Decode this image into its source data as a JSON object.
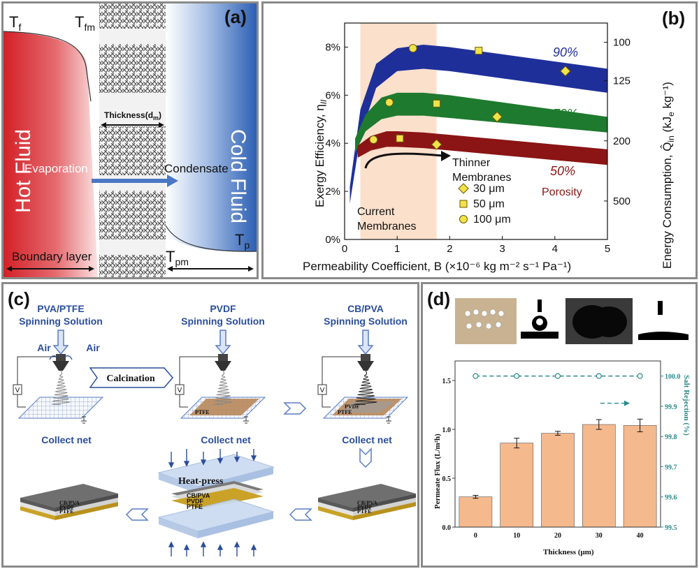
{
  "panel_a": {
    "label": "(a)",
    "tf": "T",
    "tf_sub": "f",
    "tfm": "T",
    "tfm_sub": "fm",
    "tp": "T",
    "tp_sub": "p",
    "tpm": "T",
    "tpm_sub": "pm",
    "hot_fluid": "Hot Fluid",
    "cold_fluid": "Cold Fluid",
    "thickness": "Thickness(d",
    "thickness_sub": "m",
    "thickness_end": ")",
    "evaporation": "Evaporation",
    "condensate": "Condensate",
    "boundary_layer": "Boundary layer",
    "colors": {
      "hot": "#d32027",
      "cold": "#2c5fb4",
      "arrow": "#4a78c4"
    }
  },
  "panel_b": {
    "label": "(b)",
    "current_membranes": [
      "Current",
      "Membranes"
    ],
    "thinner_membranes": [
      "Thinner",
      "Membranes"
    ],
    "porosity_label": "Porosity",
    "legend": [
      {
        "marker": "diamond",
        "text": "30 μm"
      },
      {
        "marker": "square",
        "text": "50 μm"
      },
      {
        "marker": "circle",
        "text": "100 μm"
      }
    ],
    "chart_data": {
      "type": "area",
      "xlabel": "Permeability Coefficient, B (×10⁻⁶ kg m⁻² s⁻¹ Pa⁻¹)",
      "ylabel_left": "Exergy Efficiency, η",
      "ylabel_left_sub": "II",
      "ylabel_right": "Energy Consumption, Q̂",
      "ylabel_right_sub": "in",
      "ylabel_right_units": "(kJ",
      "ylabel_right_units_sub": "e",
      "ylabel_right_units_end": "kg⁻¹)",
      "xlim": [
        0,
        5
      ],
      "ylim": [
        0,
        9
      ],
      "x_ticks": [
        "0",
        "1",
        "2",
        "3",
        "4",
        "5"
      ],
      "y_ticks": [
        "0%",
        "2%",
        "4%",
        "6%",
        "8%"
      ],
      "y_right_ticks": [
        {
          "label": "100",
          "at": 8.2
        },
        {
          "label": "125",
          "at": 6.6
        },
        {
          "label": "200",
          "at": 4.1
        },
        {
          "label": "500",
          "at": 1.6
        }
      ],
      "shaded_region": [
        0.3,
        1.75
      ],
      "series": [
        {
          "name": "90%",
          "color": "#1f2f9a",
          "x": [
            0.1,
            0.3,
            0.6,
            1.0,
            1.5,
            2.0,
            2.5,
            3.0,
            3.5,
            4.0,
            4.5,
            5.0
          ],
          "upper": [
            2.2,
            5.4,
            7.3,
            7.95,
            8.1,
            8.0,
            7.85,
            7.7,
            7.55,
            7.4,
            7.25,
            7.1
          ],
          "lower": [
            1.5,
            4.3,
            6.3,
            7.0,
            7.1,
            7.0,
            6.85,
            6.7,
            6.55,
            6.4,
            6.25,
            6.1
          ]
        },
        {
          "name": "70%",
          "color": "#1e7a2e",
          "x": [
            0.2,
            0.4,
            0.7,
            1.0,
            1.5,
            2.0,
            2.5,
            3.0,
            3.5,
            4.0,
            4.5,
            5.0
          ],
          "upper": [
            4.2,
            5.2,
            5.9,
            6.1,
            6.1,
            6.0,
            5.85,
            5.7,
            5.55,
            5.4,
            5.25,
            5.1
          ],
          "lower": [
            3.6,
            4.5,
            5.0,
            5.15,
            5.15,
            5.05,
            4.95,
            4.85,
            4.75,
            4.65,
            4.55,
            4.45
          ]
        },
        {
          "name": "50%",
          "color": "#8b1414",
          "x": [
            0.25,
            0.5,
            0.8,
            1.0,
            1.5,
            2.0,
            2.5,
            3.0,
            3.5,
            4.0,
            4.5,
            5.0
          ],
          "upper": [
            3.9,
            4.3,
            4.5,
            4.5,
            4.45,
            4.35,
            4.25,
            4.15,
            4.05,
            3.95,
            3.85,
            3.75
          ],
          "lower": [
            3.4,
            3.7,
            3.85,
            3.85,
            3.8,
            3.7,
            3.6,
            3.5,
            3.4,
            3.3,
            3.2,
            3.1
          ]
        }
      ],
      "points": [
        {
          "marker": "circle",
          "x": 1.3,
          "y": 7.95
        },
        {
          "marker": "square",
          "x": 2.55,
          "y": 7.85
        },
        {
          "marker": "diamond",
          "x": 4.2,
          "y": 7.0
        },
        {
          "marker": "circle",
          "x": 0.85,
          "y": 5.7
        },
        {
          "marker": "square",
          "x": 1.75,
          "y": 5.65
        },
        {
          "marker": "diamond",
          "x": 2.9,
          "y": 5.1
        },
        {
          "marker": "circle",
          "x": 0.55,
          "y": 4.15
        },
        {
          "marker": "square",
          "x": 1.05,
          "y": 4.2
        },
        {
          "marker": "diamond",
          "x": 1.75,
          "y": 3.95
        }
      ]
    }
  },
  "panel_c": {
    "label": "(c)",
    "sol1": [
      "PVA/PTFE",
      "Spinning Solution"
    ],
    "sol2": [
      "PVDF",
      "Spinning Solution"
    ],
    "sol3": [
      "CB/PVA",
      "Spinning Solution"
    ],
    "air_left": "Air",
    "air_right": "Air",
    "calcination": "Calcination",
    "voltage": "V",
    "collect_net": "Collect net",
    "ptfe": "PTFE",
    "pvdf": "PVDF",
    "cbpva": "CB/PVA",
    "heat_press": "Heat-press",
    "colors": {
      "title": "#2a4e9c"
    }
  },
  "panel_d": {
    "label": "(d)",
    "chart_data": {
      "type": "bar",
      "categories": [
        "0",
        "10",
        "20",
        "30",
        "40"
      ],
      "values": [
        0.31,
        0.86,
        0.96,
        1.05,
        1.04
      ],
      "errors": [
        0.015,
        0.05,
        0.02,
        0.05,
        0.065
      ],
      "rejection": [
        100.0,
        100.0,
        100.0,
        100.0,
        100.0
      ],
      "xlabel": "Thickness (μm)",
      "ylabel": "Permeate Flux (L/m²h)",
      "ylabel_right": "Salt Rejection (%)",
      "ylim": [
        0,
        1.7
      ],
      "ylim_right": [
        99.5,
        100.05
      ],
      "y_ticks": [
        "0.0",
        "0.5",
        "1.0",
        "1.5"
      ],
      "y_right_ticks": [
        "99.5",
        "99.6",
        "99.7",
        "99.8",
        "99.9",
        "100.0"
      ],
      "colors": {
        "bar": "#f5b98e",
        "bar_edge": "#555555",
        "rejection": "#2a8a8a"
      }
    }
  }
}
